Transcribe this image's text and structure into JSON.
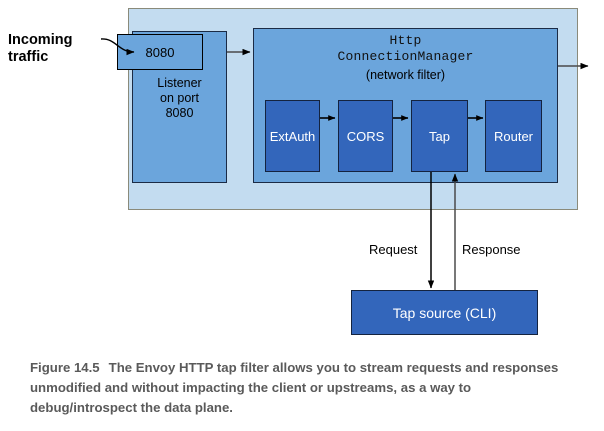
{
  "figure": {
    "number": "Figure 14.5",
    "caption": "The Envoy HTTP tap filter allows you to stream requests and responses unmodified and without impacting the client or upstreams, as a way to debug/introspect the data plane."
  },
  "annotations": {
    "incoming_traffic": "Incoming traffic",
    "request": "Request",
    "response": "Response"
  },
  "listener": {
    "port_box_label": "8080",
    "label": "Listener\non port\n8080",
    "label_line1": "Listener",
    "label_line2": "on port",
    "label_line3": "8080"
  },
  "hcm": {
    "title_line1": "Http",
    "title_line2": "ConnectionManager",
    "subtitle": "(network filter)",
    "filters": [
      {
        "name": "ExtAuth",
        "label": "ExtAuth"
      },
      {
        "name": "CORS",
        "label": "CORS"
      },
      {
        "name": "Tap",
        "label": "Tap"
      },
      {
        "name": "Router",
        "label": "Router"
      }
    ]
  },
  "tap_source": {
    "label": "Tap source (CLI)"
  },
  "colors": {
    "outer_container": "#c3dcf0",
    "listener_blue": "#6ba5dc",
    "hcm_blue": "#6ba5dc",
    "filter_blue": "#3366bb",
    "border_dark": "#14233f",
    "caption_gray": "#5a5a5a",
    "arrow_black": "#000000",
    "page_background": "#ffffff"
  }
}
